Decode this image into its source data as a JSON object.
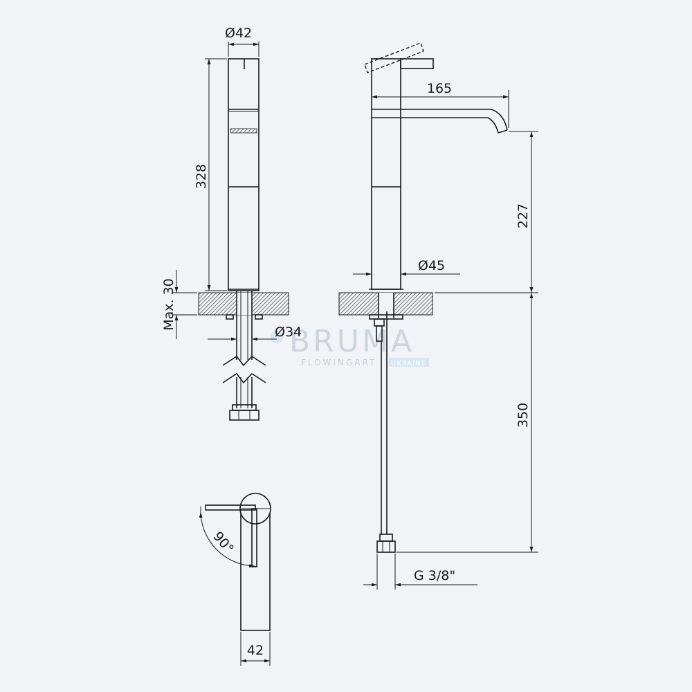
{
  "dimensions": {
    "dia_top": "Ø42",
    "height_body": "328",
    "max_thickness": "Max. 30",
    "dia_shank": "Ø34",
    "spout_reach": "165",
    "spout_height": "227",
    "dia_base": "Ø45",
    "hose_length": "350",
    "connection": "G 3/8\"",
    "angle": "90°",
    "width_bottom": "42"
  },
  "watermark": {
    "brand": "BRUMA",
    "tagline": "FLOWINGART",
    "region": "UKRAINE"
  },
  "colors": {
    "background": "#f1f3f7",
    "line": "#1a1a1a",
    "hatch": "#555555"
  }
}
